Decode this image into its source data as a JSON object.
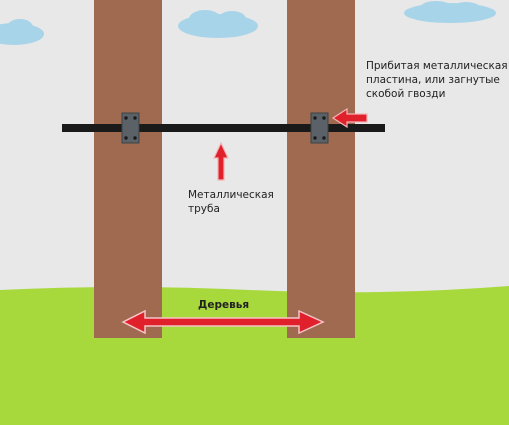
{
  "labels": {
    "plate": "Прибитая металлическая пластина, или загнутые скобой гвозди",
    "pipe": "Металлическая труба",
    "trees": "Деревья"
  },
  "colors": {
    "sky": "#e8e8e8",
    "grass": "#a8d93c",
    "trunk": "#a06a50",
    "pipe": "#1a1a1a",
    "plate": "#5a6268",
    "arrow": "#e0202a",
    "cloud": "#a8d4ea"
  }
}
